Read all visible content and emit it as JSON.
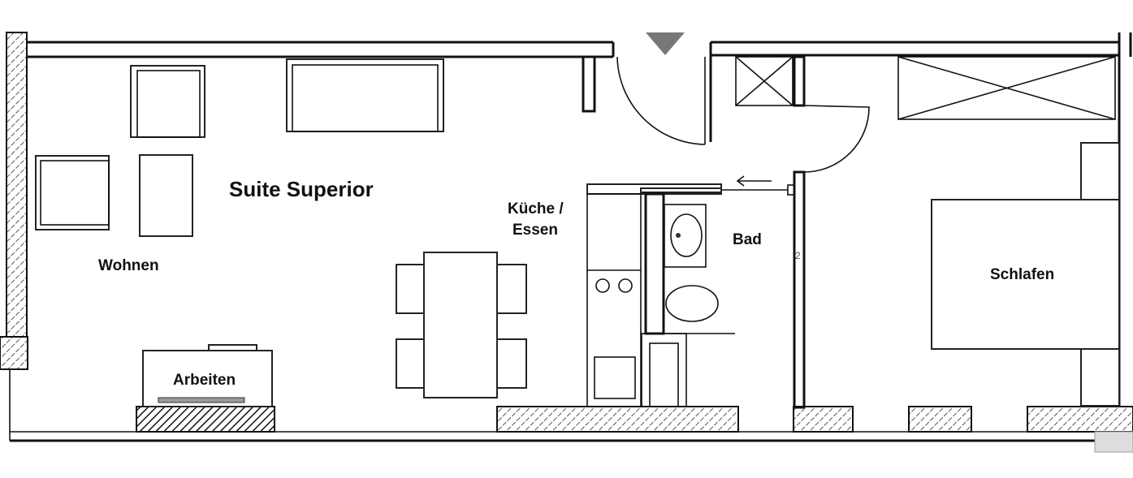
{
  "title": "Suite Superior",
  "rooms": {
    "living": "Wohnen",
    "work": "Arbeiten",
    "kitchen_line1": "Küche /",
    "kitchen_line2": "Essen",
    "bath": "Bad",
    "bedroom": "Schlafen"
  },
  "marks": {
    "bath_marker": "2"
  },
  "colors": {
    "line": "#111111",
    "hatch": "#555555",
    "desk_bar": "#9a9a9a",
    "entry_arrow": "#777777"
  }
}
